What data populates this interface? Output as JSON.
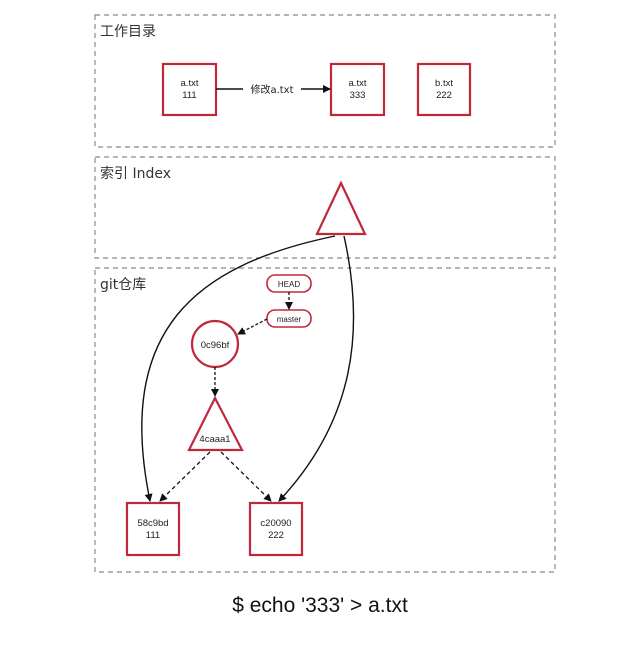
{
  "regions": {
    "workdir": {
      "label": "工作目录"
    },
    "index": {
      "label": "索引 Index"
    },
    "repo": {
      "label": "git仓库"
    }
  },
  "workdir_files": [
    {
      "name": "a.txt",
      "content": "111"
    },
    {
      "name": "a.txt",
      "content": "333"
    },
    {
      "name": "b.txt",
      "content": "222"
    }
  ],
  "modify_label": "修改a.txt",
  "refs": {
    "head": "HEAD",
    "master": "master"
  },
  "commit": {
    "id": "0c96bf"
  },
  "tree": {
    "id": "4caaa1"
  },
  "blobs": [
    {
      "id": "58c9bd",
      "content": "111"
    },
    {
      "id": "c20090",
      "content": "222"
    }
  ],
  "command": "$ echo '333' > a.txt",
  "colors": {
    "node_stroke": "#c0283a",
    "edge": "#111111",
    "region_border": "#8a8a8a"
  }
}
